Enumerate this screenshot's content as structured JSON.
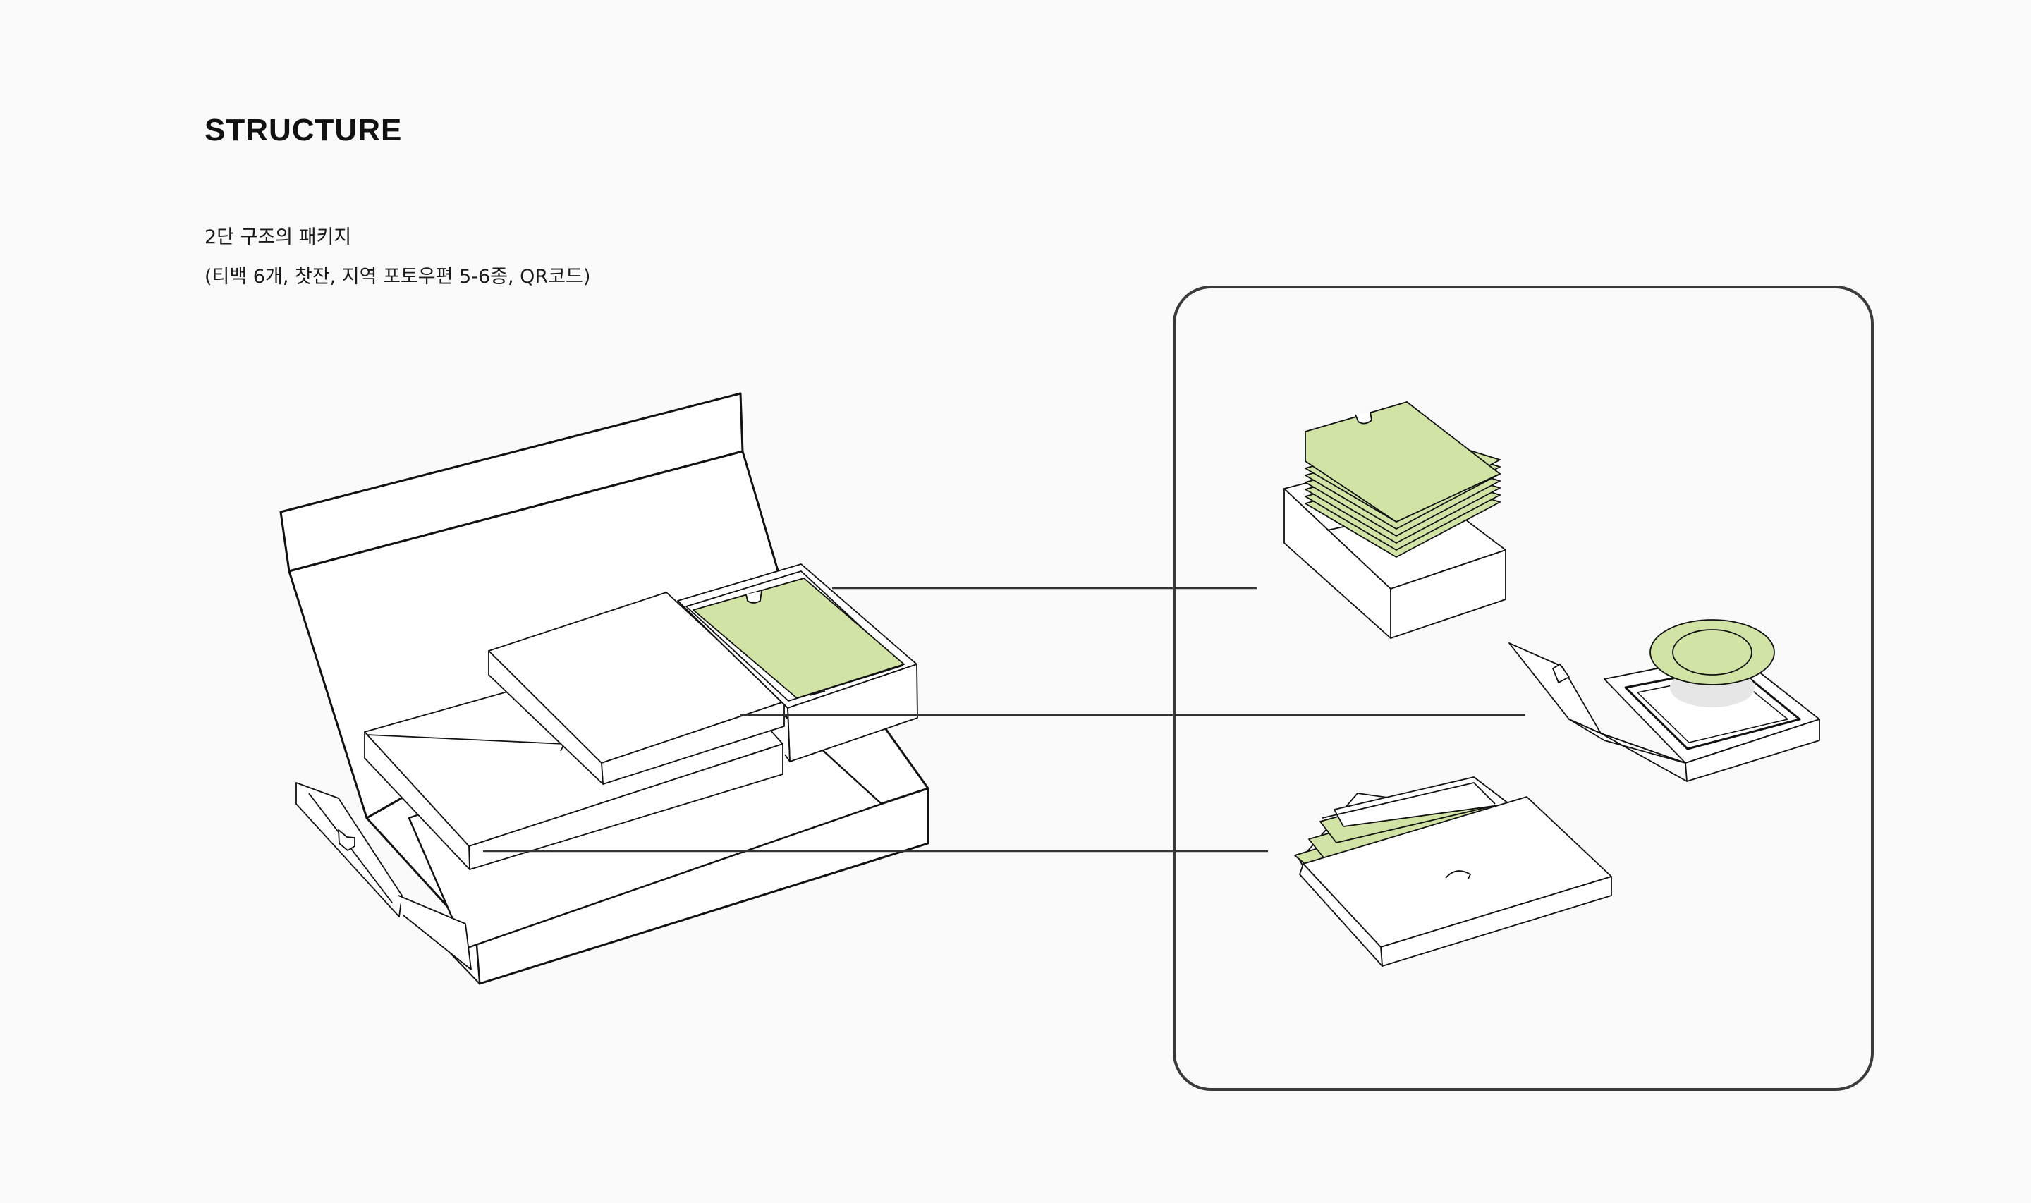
{
  "heading": {
    "title": "STRUCTURE",
    "line1": "2단 구조의 패키지",
    "line2": "(티백 6개, 찻잔, 지역 포토우편 5-6종, QR코드)"
  },
  "colors": {
    "background": "#fafafa",
    "outline": "#111111",
    "accent_green": "#d2e3a6",
    "panel_stroke": "#3a3a3a"
  }
}
